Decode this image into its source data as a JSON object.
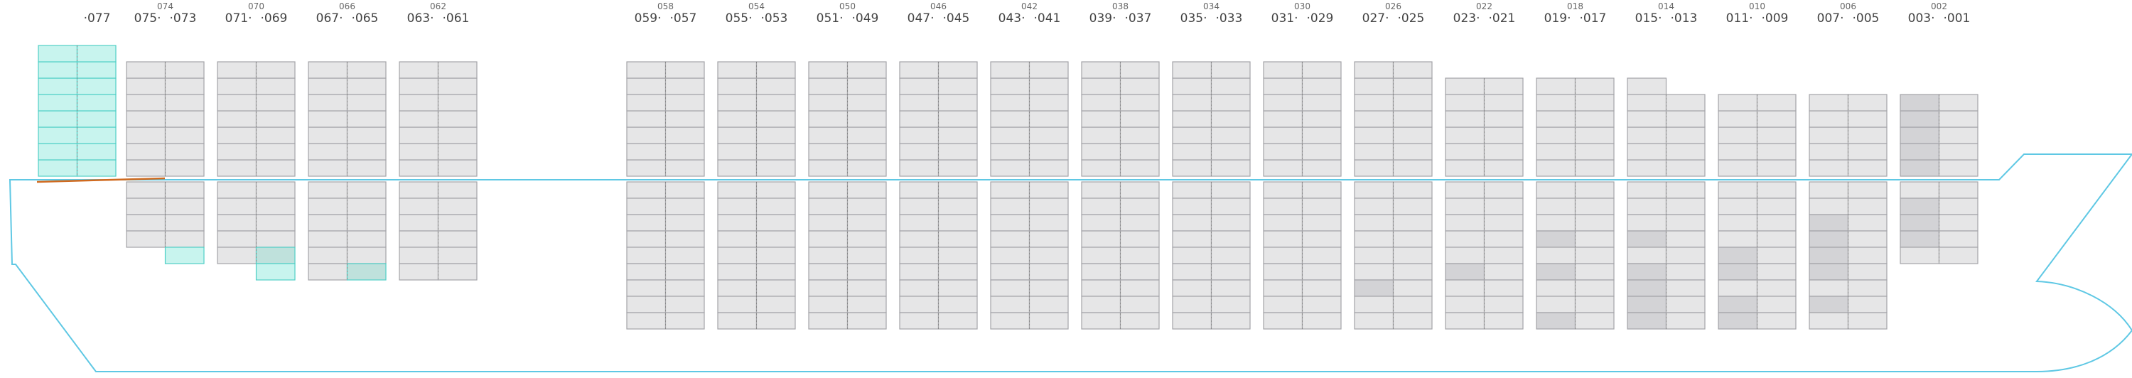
{
  "colors": {
    "empty_fill": "#e6e6e7",
    "empty_stroke": "#a3a3a8",
    "occupied_fill": "#d3d3d6",
    "highlight_fill": "#c8f4ee",
    "highlight_stroke": "#4fcfc6",
    "highlight_overlap_fill": "#bfe1dc",
    "hull_stroke": "#5fc8e4",
    "hatch_line": "#d06a1f",
    "divider": "#888888"
  },
  "bays": [
    {
      "id": "077",
      "label_left": "·077",
      "label_right": "",
      "label_center": "",
      "deck_tiers": 8,
      "deck_top_empty": 0,
      "hold_tiers": 0,
      "hold_top_empty": 0,
      "highlight": "deck",
      "deck_occ": [],
      "hold_occ": [],
      "hold_extra": []
    },
    {
      "id": "075",
      "label_left": "075·",
      "label_right": "·073",
      "label_center": "074",
      "deck_tiers": 7,
      "deck_top_empty": 0,
      "hold_tiers": 4,
      "hold_top_empty": 0,
      "highlight": "",
      "deck_occ": [],
      "hold_occ": [],
      "hold_extra": [
        {
          "tier": 5,
          "side": "R",
          "style": "highlight"
        }
      ]
    },
    {
      "id": "071",
      "label_left": "071·",
      "label_right": "·069",
      "label_center": "070",
      "deck_tiers": 7,
      "deck_top_empty": 0,
      "hold_tiers": 5,
      "hold_top_empty": 0,
      "highlight": "",
      "deck_occ": [],
      "hold_occ": [
        {
          "tier": 5,
          "side": "R",
          "style": "overlap"
        }
      ],
      "hold_extra": [
        {
          "tier": 6,
          "side": "R",
          "style": "highlight"
        }
      ]
    },
    {
      "id": "067",
      "label_left": "067·",
      "label_right": "·065",
      "label_center": "066",
      "deck_tiers": 7,
      "deck_top_empty": 0,
      "hold_tiers": 6,
      "hold_top_empty": 0,
      "highlight": "",
      "deck_occ": [],
      "hold_occ": [
        {
          "tier": 6,
          "side": "R",
          "style": "overlap"
        }
      ],
      "hold_extra": []
    },
    {
      "id": "063",
      "label_left": "063·",
      "label_right": "·061",
      "label_center": "062",
      "deck_tiers": 7,
      "deck_top_empty": 0,
      "hold_tiers": 6,
      "hold_top_empty": 0,
      "highlight": "",
      "deck_occ": [],
      "hold_occ": [],
      "hold_extra": []
    },
    {
      "id": "059",
      "label_left": "059·",
      "label_right": "·057",
      "label_center": "058",
      "deck_tiers": 7,
      "deck_top_empty": 0,
      "hold_tiers": 9,
      "hold_top_empty": 0,
      "highlight": "",
      "deck_occ": [],
      "hold_occ": [],
      "hold_extra": []
    },
    {
      "id": "055",
      "label_left": "055·",
      "label_right": "·053",
      "label_center": "054",
      "deck_tiers": 7,
      "deck_top_empty": 0,
      "hold_tiers": 9,
      "hold_top_empty": 0,
      "highlight": "",
      "deck_occ": [],
      "hold_occ": [],
      "hold_extra": []
    },
    {
      "id": "051",
      "label_left": "051·",
      "label_right": "·049",
      "label_center": "050",
      "deck_tiers": 7,
      "deck_top_empty": 0,
      "hold_tiers": 9,
      "hold_top_empty": 0,
      "highlight": "",
      "deck_occ": [],
      "hold_occ": [],
      "hold_extra": []
    },
    {
      "id": "047",
      "label_left": "047·",
      "label_right": "·045",
      "label_center": "046",
      "deck_tiers": 7,
      "deck_top_empty": 0,
      "hold_tiers": 9,
      "hold_top_empty": 0,
      "highlight": "",
      "deck_occ": [],
      "hold_occ": [],
      "hold_extra": []
    },
    {
      "id": "043",
      "label_left": "043·",
      "label_right": "·041",
      "label_center": "042",
      "deck_tiers": 7,
      "deck_top_empty": 0,
      "hold_tiers": 9,
      "hold_top_empty": 0,
      "highlight": "",
      "deck_occ": [],
      "hold_occ": [],
      "hold_extra": []
    },
    {
      "id": "039",
      "label_left": "039·",
      "label_right": "·037",
      "label_center": "038",
      "deck_tiers": 7,
      "deck_top_empty": 0,
      "hold_tiers": 9,
      "hold_top_empty": 0,
      "highlight": "",
      "deck_occ": [],
      "hold_occ": [],
      "hold_extra": []
    },
    {
      "id": "035",
      "label_left": "035·",
      "label_right": "·033",
      "label_center": "034",
      "deck_tiers": 7,
      "deck_top_empty": 0,
      "hold_tiers": 9,
      "hold_top_empty": 0,
      "highlight": "",
      "deck_occ": [],
      "hold_occ": [],
      "hold_extra": []
    },
    {
      "id": "031",
      "label_left": "031·",
      "label_right": "·029",
      "label_center": "030",
      "deck_tiers": 7,
      "deck_top_empty": 0,
      "hold_tiers": 9,
      "hold_top_empty": 0,
      "highlight": "",
      "deck_occ": [],
      "hold_occ": [],
      "hold_extra": []
    },
    {
      "id": "027",
      "label_left": "027·",
      "label_right": "·025",
      "label_center": "026",
      "deck_tiers": 7,
      "deck_top_empty": 0,
      "hold_tiers": 9,
      "hold_top_empty": 0,
      "highlight": "",
      "deck_occ": [],
      "hold_occ": [
        {
          "tier": 7,
          "side": "L",
          "style": "occ"
        }
      ],
      "hold_extra": []
    },
    {
      "id": "023",
      "label_left": "023·",
      "label_right": "·021",
      "label_center": "022",
      "deck_tiers": 6,
      "deck_top_empty": 0,
      "hold_tiers": 9,
      "hold_top_empty": 0,
      "highlight": "",
      "deck_occ": [],
      "hold_occ": [
        {
          "tier": 6,
          "side": "L",
          "style": "occ"
        }
      ],
      "hold_extra": []
    },
    {
      "id": "019",
      "label_left": "019·",
      "label_right": "·017",
      "label_center": "018",
      "deck_tiers": 6,
      "deck_top_empty": 0,
      "hold_tiers": 9,
      "hold_top_empty": 0,
      "highlight": "",
      "deck_occ": [],
      "hold_occ": [
        {
          "tier": 4,
          "side": "L",
          "style": "occ"
        },
        {
          "tier": 6,
          "side": "L",
          "style": "occ"
        },
        {
          "tier": 9,
          "side": "L",
          "style": "occ"
        }
      ],
      "hold_extra": []
    },
    {
      "id": "015",
      "label_left": "015·",
      "label_right": "·013",
      "label_center": "014",
      "deck_tiers": 6,
      "deck_top_empty": 1,
      "hold_tiers": 9,
      "hold_top_empty": 0,
      "highlight": "",
      "deck_occ": [],
      "hold_occ": [
        {
          "tier": 4,
          "side": "L",
          "style": "occ"
        },
        {
          "tier": 6,
          "side": "L",
          "style": "occ"
        },
        {
          "tier": 7,
          "side": "L",
          "style": "occ"
        },
        {
          "tier": 8,
          "side": "L",
          "style": "occ"
        },
        {
          "tier": 9,
          "side": "L",
          "style": "occ"
        }
      ],
      "hold_extra": []
    },
    {
      "id": "011",
      "label_left": "011·",
      "label_right": "·009",
      "label_center": "010",
      "deck_tiers": 5,
      "deck_top_empty": 0,
      "hold_tiers": 9,
      "hold_top_empty": 0,
      "highlight": "",
      "deck_occ": [],
      "hold_occ": [
        {
          "tier": 5,
          "side": "L",
          "style": "occ"
        },
        {
          "tier": 6,
          "side": "L",
          "style": "occ"
        },
        {
          "tier": 8,
          "side": "L",
          "style": "occ"
        },
        {
          "tier": 9,
          "side": "L",
          "style": "occ"
        }
      ],
      "hold_extra": []
    },
    {
      "id": "007",
      "label_left": "007·",
      "label_right": "·005",
      "label_center": "006",
      "deck_tiers": 5,
      "deck_top_empty": 0,
      "hold_tiers": 9,
      "hold_top_empty": 0,
      "highlight": "",
      "deck_occ": [],
      "hold_occ": [
        {
          "tier": 3,
          "side": "L",
          "style": "occ"
        },
        {
          "tier": 4,
          "side": "L",
          "style": "occ"
        },
        {
          "tier": 5,
          "side": "L",
          "style": "occ"
        },
        {
          "tier": 6,
          "side": "L",
          "style": "occ"
        },
        {
          "tier": 8,
          "side": "L",
          "style": "occ"
        }
      ],
      "hold_extra": []
    },
    {
      "id": "003",
      "label_left": "003·",
      "label_right": "·001",
      "label_center": "002",
      "deck_tiers": 5,
      "deck_top_empty": 0,
      "hold_tiers": 5,
      "hold_top_empty": 0,
      "highlight": "",
      "deck_occ": [
        {
          "tier": 1,
          "side": "L",
          "style": "occ"
        },
        {
          "tier": 2,
          "side": "L",
          "style": "occ"
        },
        {
          "tier": 3,
          "side": "L",
          "style": "occ"
        },
        {
          "tier": 4,
          "side": "L",
          "style": "occ"
        },
        {
          "tier": 5,
          "side": "L",
          "style": "occ"
        }
      ],
      "hold_occ": [
        {
          "tier": 2,
          "side": "L",
          "style": "occ"
        },
        {
          "tier": 3,
          "side": "L",
          "style": "occ"
        },
        {
          "tier": 4,
          "side": "L",
          "style": "occ"
        }
      ],
      "hold_extra": []
    }
  ]
}
